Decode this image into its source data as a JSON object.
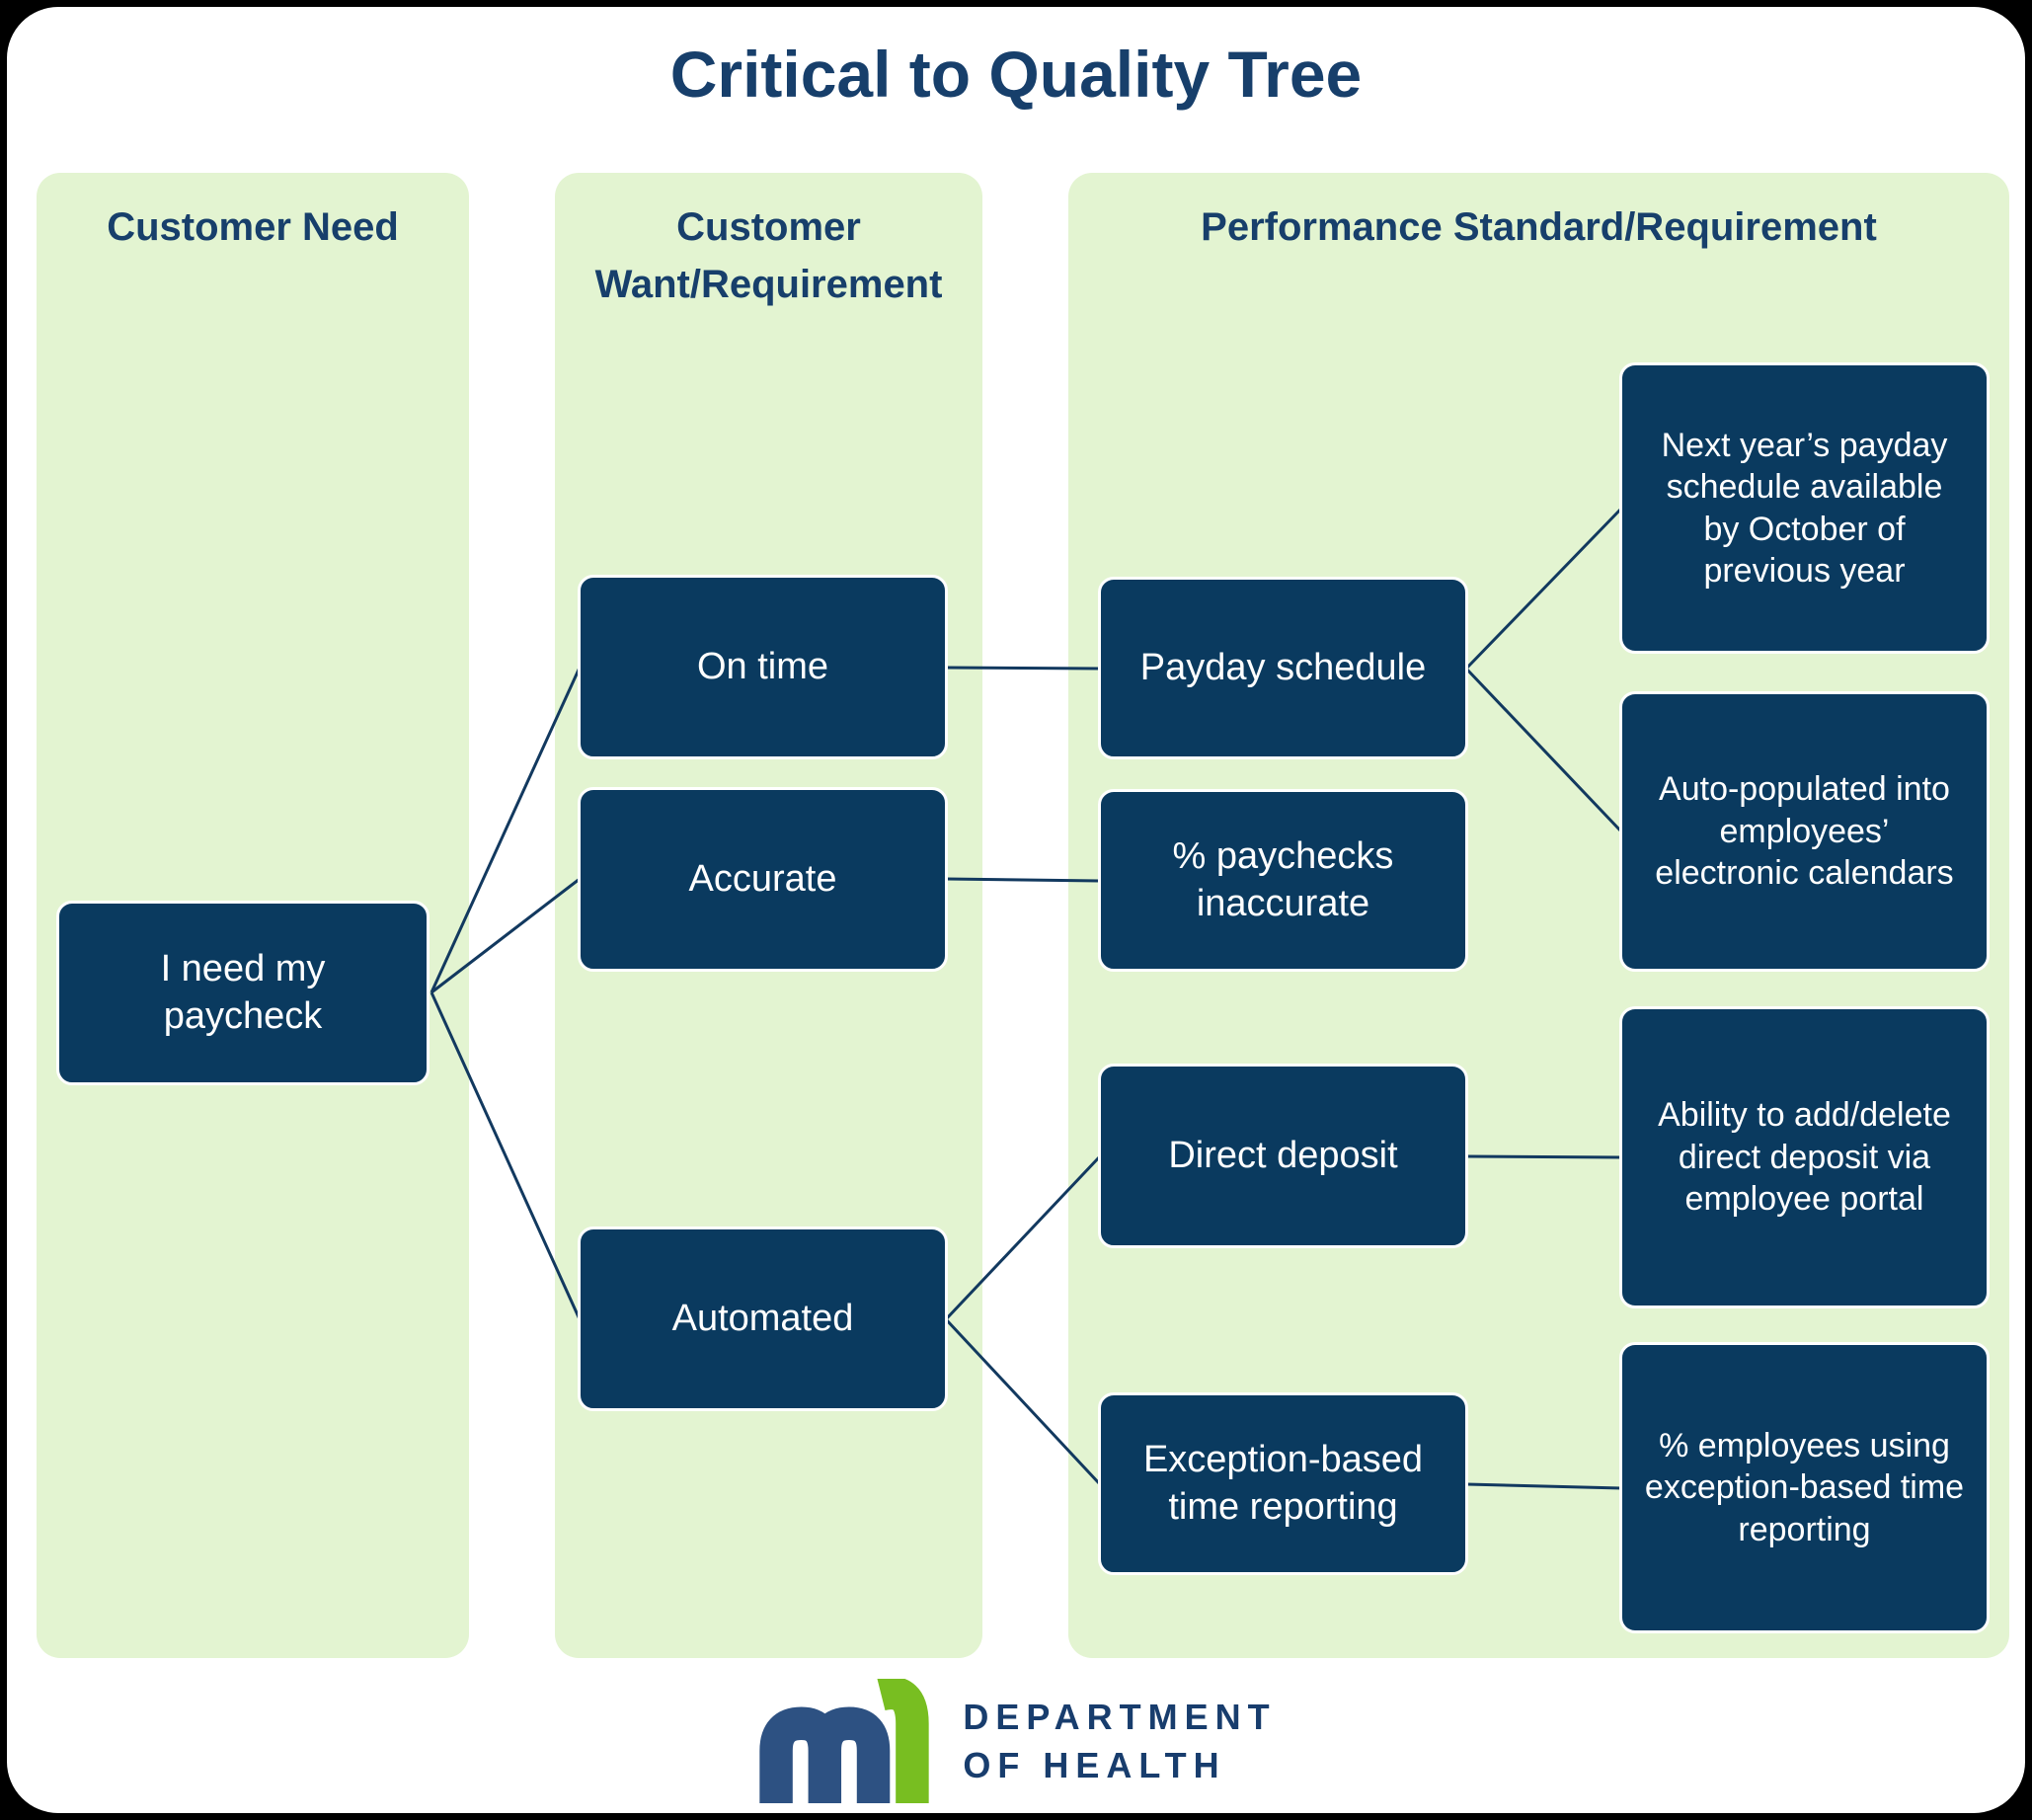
{
  "title": "Critical to Quality Tree",
  "columns": [
    {
      "header": "Customer Need"
    },
    {
      "header": "Customer Want/Requirement"
    },
    {
      "header": "Performance Standard/Requirement"
    }
  ],
  "nodes": {
    "need": "I need my paycheck",
    "on_time": "On time",
    "accurate": "Accurate",
    "automated": "Automated",
    "payday_schedule": "Payday schedule",
    "paychecks_inaccurate": "% paychecks inaccurate",
    "direct_deposit": "Direct deposit",
    "exception_time": "Exception-based time reporting",
    "next_year_schedule": "Next year’s payday schedule available by October of previous year",
    "auto_populated": "Auto-populated into employees’ electronic calendars",
    "add_delete_portal": "Ability to add/delete direct deposit via employee portal",
    "pct_exception": "% employees using exception-based time reporting"
  },
  "footer": {
    "logo_mark": "mn-logo",
    "dept_line1": "DEPARTMENT",
    "dept_line2": "OF HEALTH"
  },
  "colors": {
    "node_navy": "#0A3A5F",
    "text_navy": "#173F6B",
    "panel_green": "#E3F4D1",
    "logo_blue": "#2D5182",
    "logo_green": "#78BE21",
    "connector_navy": "#12395F"
  }
}
